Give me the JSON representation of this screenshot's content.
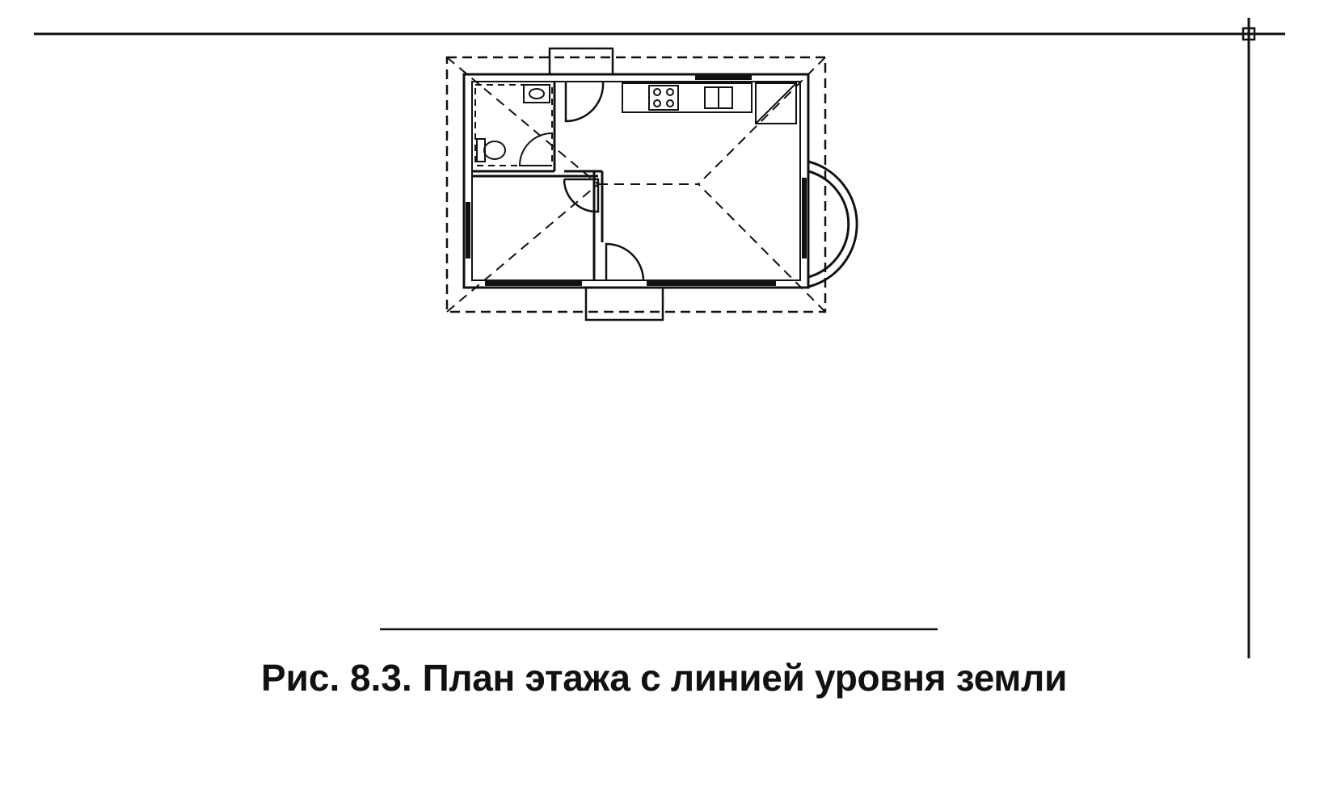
{
  "figure": {
    "number": "Рис. 8.3.",
    "title": "План этажа с линией уровня земли"
  },
  "colors": {
    "ink": "#111111",
    "background": "#ffffff"
  },
  "elements": {
    "ground_line": "ground-level-line",
    "section_line": "vertical-section-line",
    "floor_plan": "floor-plan-drawing",
    "bathroom": "bathroom",
    "kitchen": "kitchen-counter",
    "bedroom": "bedroom",
    "living_room": "living-room",
    "bay_window": "bay-window",
    "front_porch": "front-porch",
    "rear_porch": "rear-porch"
  }
}
